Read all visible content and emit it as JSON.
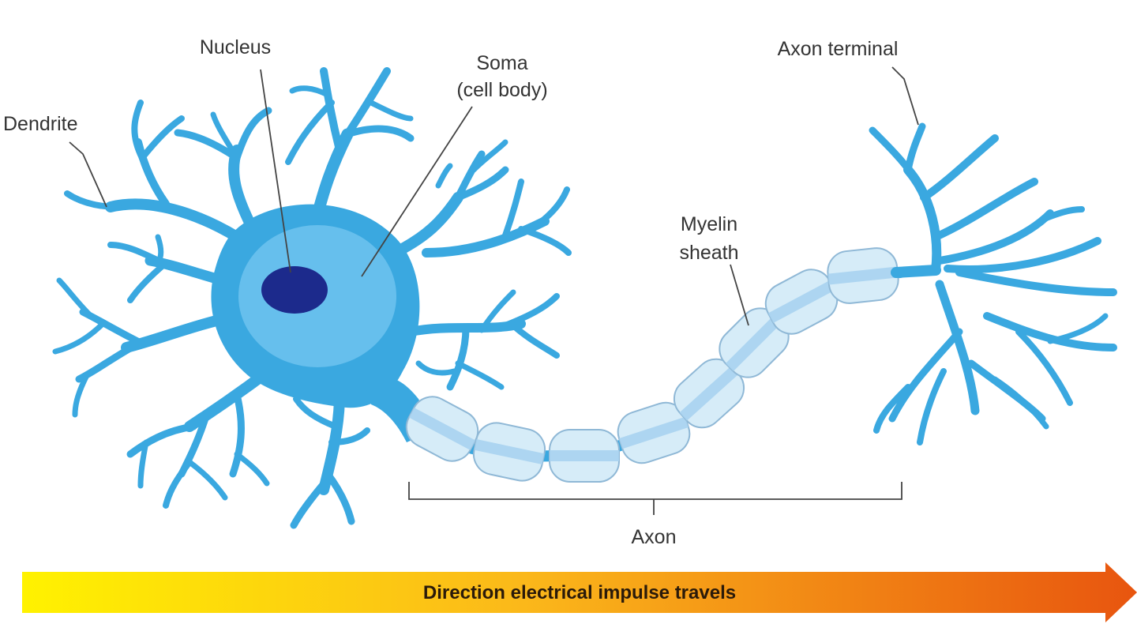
{
  "labels": {
    "nucleus": "Nucleus",
    "soma_line1": "Soma",
    "soma_line2": "(cell body)",
    "dendrite": "Dendrite",
    "axon_terminal": "Axon terminal",
    "myelin_line1": "Myelin",
    "myelin_line2": "sheath",
    "axon": "Axon"
  },
  "arrow": {
    "text": "Direction electrical impulse travels",
    "color_start": "#fff200",
    "color_end": "#e8550f"
  },
  "colors": {
    "neuron": "#3aa8e0",
    "soma_inner": "#6ec3ee",
    "nucleus": "#1c2a8c",
    "myelin_fill": "#d6ecf8",
    "myelin_band": "#a9d3ef",
    "myelin_stroke": "#8fb8d6"
  }
}
